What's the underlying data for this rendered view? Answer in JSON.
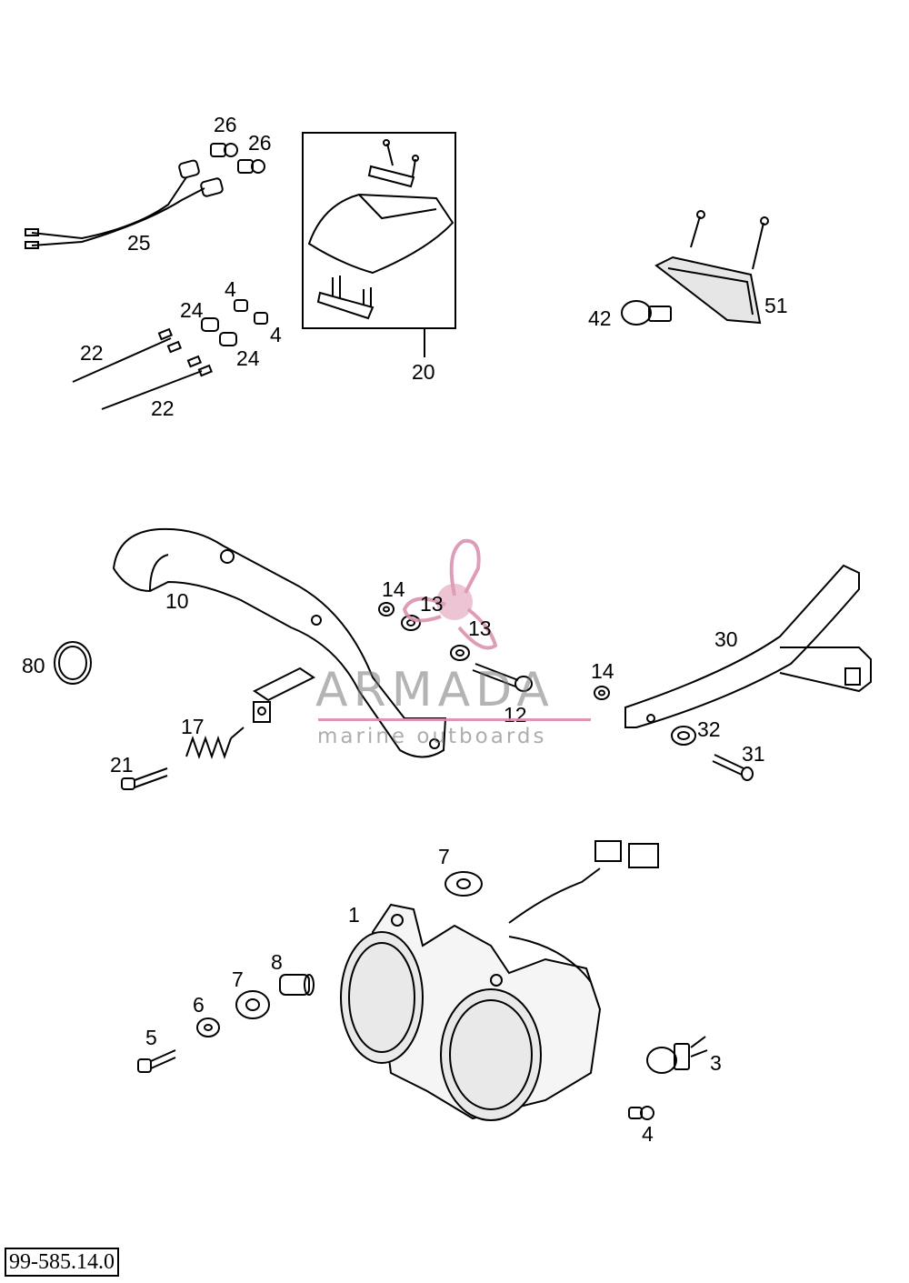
{
  "callouts": {
    "c26a": "26",
    "c26b": "26",
    "c25": "25",
    "c20": "20",
    "c4a": "4",
    "c4b": "4",
    "c24a": "24",
    "c24b": "24",
    "c22a": "22",
    "c22b": "22",
    "c51": "51",
    "c42": "42",
    "c10": "10",
    "c14a": "14",
    "c13a": "13",
    "c13b": "13",
    "c30": "30",
    "c80": "80",
    "c14b": "14",
    "c12": "12",
    "c17": "17",
    "c32": "32",
    "c31": "31",
    "c21": "21",
    "c7a": "7",
    "c1": "1",
    "c8": "8",
    "c7b": "7",
    "c6": "6",
    "c5": "5",
    "c3": "3",
    "c4c": "4"
  },
  "drawing_code": "99-585.14.0",
  "watermark": {
    "name": "ARMADA",
    "tagline": "marine outboards",
    "logo": "propeller-logo",
    "accent_color": "#d98bab"
  }
}
